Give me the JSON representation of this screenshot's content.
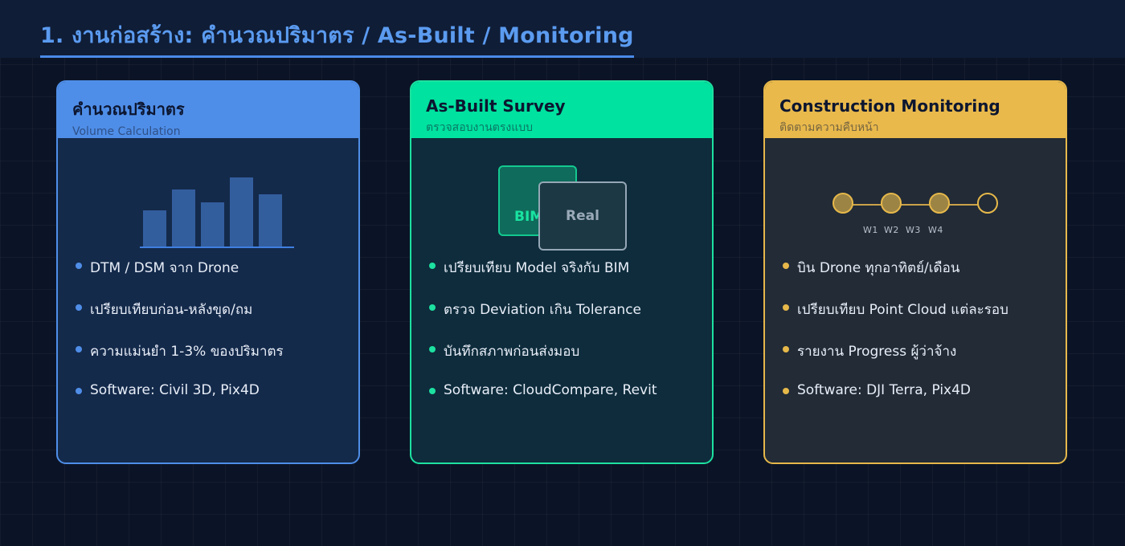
{
  "page": {
    "title": "1. งานก่อสร้าง: คำนวณปริมาตร / As-Built / Monitoring"
  },
  "colors": {
    "background": "#0b1426",
    "title": "#5b9bf0",
    "blue": "#4f8ee8",
    "green": "#00e29f",
    "yellow": "#e9b94c"
  },
  "cards": [
    {
      "title": "คำนวณปริมาตร",
      "subtitle": "Volume Calculation",
      "visual": {
        "type": "bar-icon",
        "bar_levels": [
          0.52,
          0.82,
          0.64,
          1.0,
          0.76
        ]
      },
      "items": [
        "DTM / DSM จาก Drone",
        "เปรียบเทียบก่อน-หลังขุด/ถม",
        "ความแม่นยำ 1-3% ของปริมาตร",
        "Software: Civil 3D, Pix4D"
      ]
    },
    {
      "title": "As-Built Survey",
      "subtitle": "ตรวจสอบงานตรงแบบ",
      "visual": {
        "type": "overlay-icon",
        "back_label": "BIM",
        "front_label": "Real"
      },
      "items": [
        "เปรียบเทียบ Model จริงกับ BIM",
        "ตรวจ Deviation เกิน Tolerance",
        "บันทึกสภาพก่อนส่งมอบ",
        "Software: CloudCompare, Revit"
      ]
    },
    {
      "title": "Construction Monitoring",
      "subtitle": "ติดตามความคืบหน้า",
      "visual": {
        "type": "timeline-icon",
        "weeks": [
          "W1",
          "W2",
          "W3",
          "W4"
        ],
        "completed": 3
      },
      "items": [
        "บิน Drone ทุกอาทิตย์/เดือน",
        "เปรียบเทียบ Point Cloud แต่ละรอบ",
        "รายงาน Progress ผู้ว่าจ้าง",
        "Software: DJI Terra, Pix4D"
      ]
    }
  ]
}
